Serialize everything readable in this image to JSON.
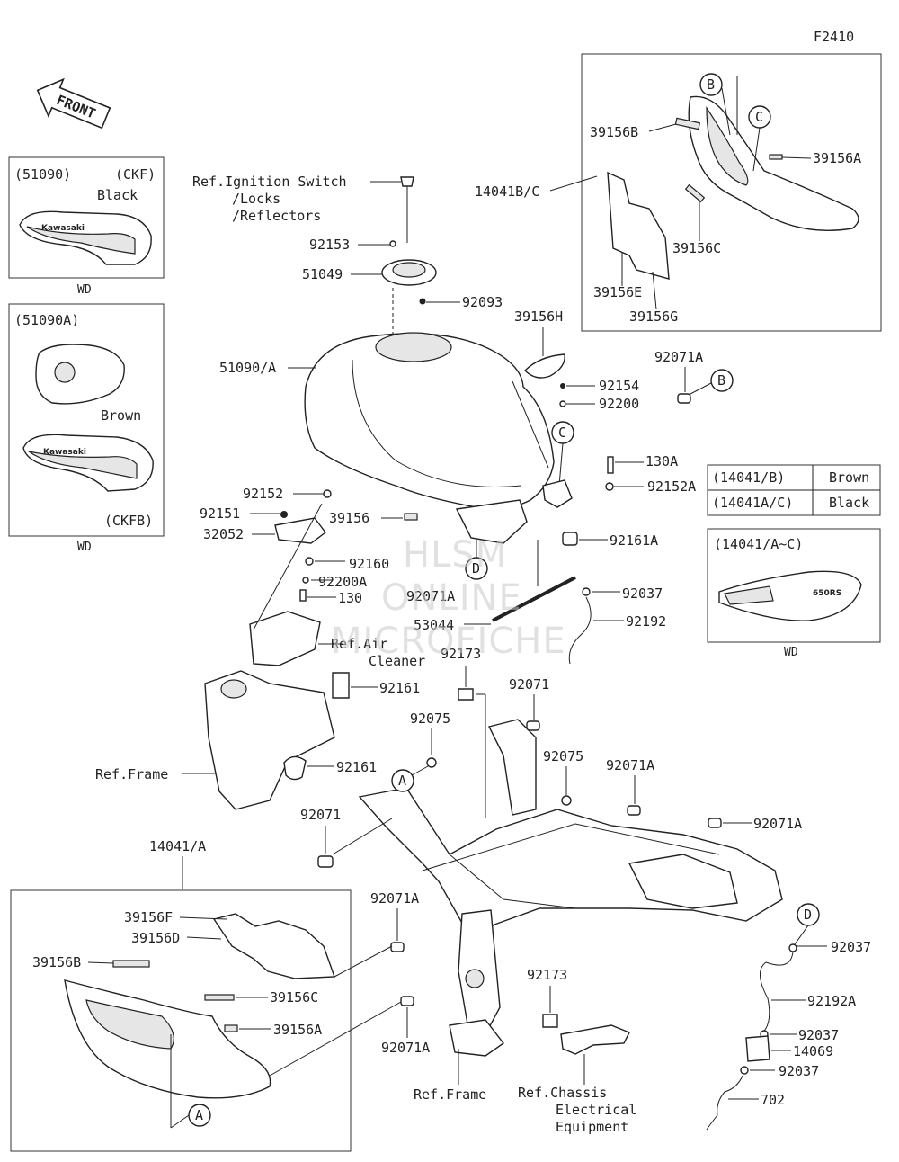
{
  "figure_code": "F2410",
  "front_arrow": "FRONT",
  "insets": {
    "tank_51090": {
      "code": "(51090)",
      "variant": "(CKF)",
      "color": "Black",
      "brand": "Kawasaki",
      "note": "WD"
    },
    "tank_51090a": {
      "code": "(51090A)",
      "variant": "(CKFB)",
      "color": "Brown",
      "brand": "Kawasaki",
      "note": "WD"
    },
    "color_table": {
      "rows": [
        {
          "part": "(14041/B)",
          "color": "Brown"
        },
        {
          "part": "(14041A/C)",
          "color": "Black"
        }
      ]
    },
    "cover_insets": {
      "code": "(14041/A~C)",
      "note": "WD",
      "badge": "650RS"
    }
  },
  "callouts": {
    "A": "A",
    "B": "B",
    "C": "C",
    "D": "D"
  },
  "labels": {
    "ref_ignition_1": "Ref.Ignition Switch",
    "ref_ignition_2": "/Locks",
    "ref_ignition_3": "/Reflectors",
    "p92153": "92153",
    "p51049": "51049",
    "p92093": "92093",
    "p51090a": "51090/A",
    "p14041bc": "14041B/C",
    "p39156b_top": "39156B",
    "p39156a_top": "39156A",
    "p39156c_top": "39156C",
    "p39156e": "39156E",
    "p39156g": "39156G",
    "p39156h": "39156H",
    "p92071a_1": "92071A",
    "p92154": "92154",
    "p92200": "92200",
    "p130a": "130A",
    "p92152a": "92152A",
    "p92161a": "92161A",
    "p92152": "92152",
    "p92151": "92151",
    "p32052": "32052",
    "p39156": "39156",
    "p92160": "92160",
    "p92200a": "92200A",
    "p130": "130",
    "p92071a_2": "92071A",
    "p92037_1": "92037",
    "p53044": "53044",
    "p92192": "92192",
    "ref_air_1": "Ref.Air",
    "ref_air_2": "Cleaner",
    "p92173_1": "92173",
    "p92161_1": "92161",
    "p92071_1": "92071",
    "p92075_1": "92075",
    "p92075_2": "92075",
    "p92071a_3": "92071A",
    "ref_frame_1": "Ref.Frame",
    "p92161_2": "92161",
    "p92071_2": "92071",
    "p92071a_4": "92071A",
    "p14041a": "14041/A",
    "p39156f": "39156F",
    "p39156d": "39156D",
    "p39156b_bot": "39156B",
    "p39156c_bot": "39156C",
    "p39156a_bot": "39156A",
    "p92071a_5": "92071A",
    "p92071a_6": "92071A",
    "p92173_2": "92173",
    "ref_frame_2": "Ref.Frame",
    "ref_chassis_1": "Ref.Chassis",
    "ref_chassis_2": "Electrical",
    "ref_chassis_3": "Equipment",
    "p92037_2": "92037",
    "p92192a": "92192A",
    "p92037_3": "92037",
    "p14069": "14069",
    "p92037_4": "92037",
    "p702": "702"
  },
  "watermark": {
    "line1": "HLSM",
    "line2": "ONLINE",
    "line3": "MICROFICHE"
  }
}
